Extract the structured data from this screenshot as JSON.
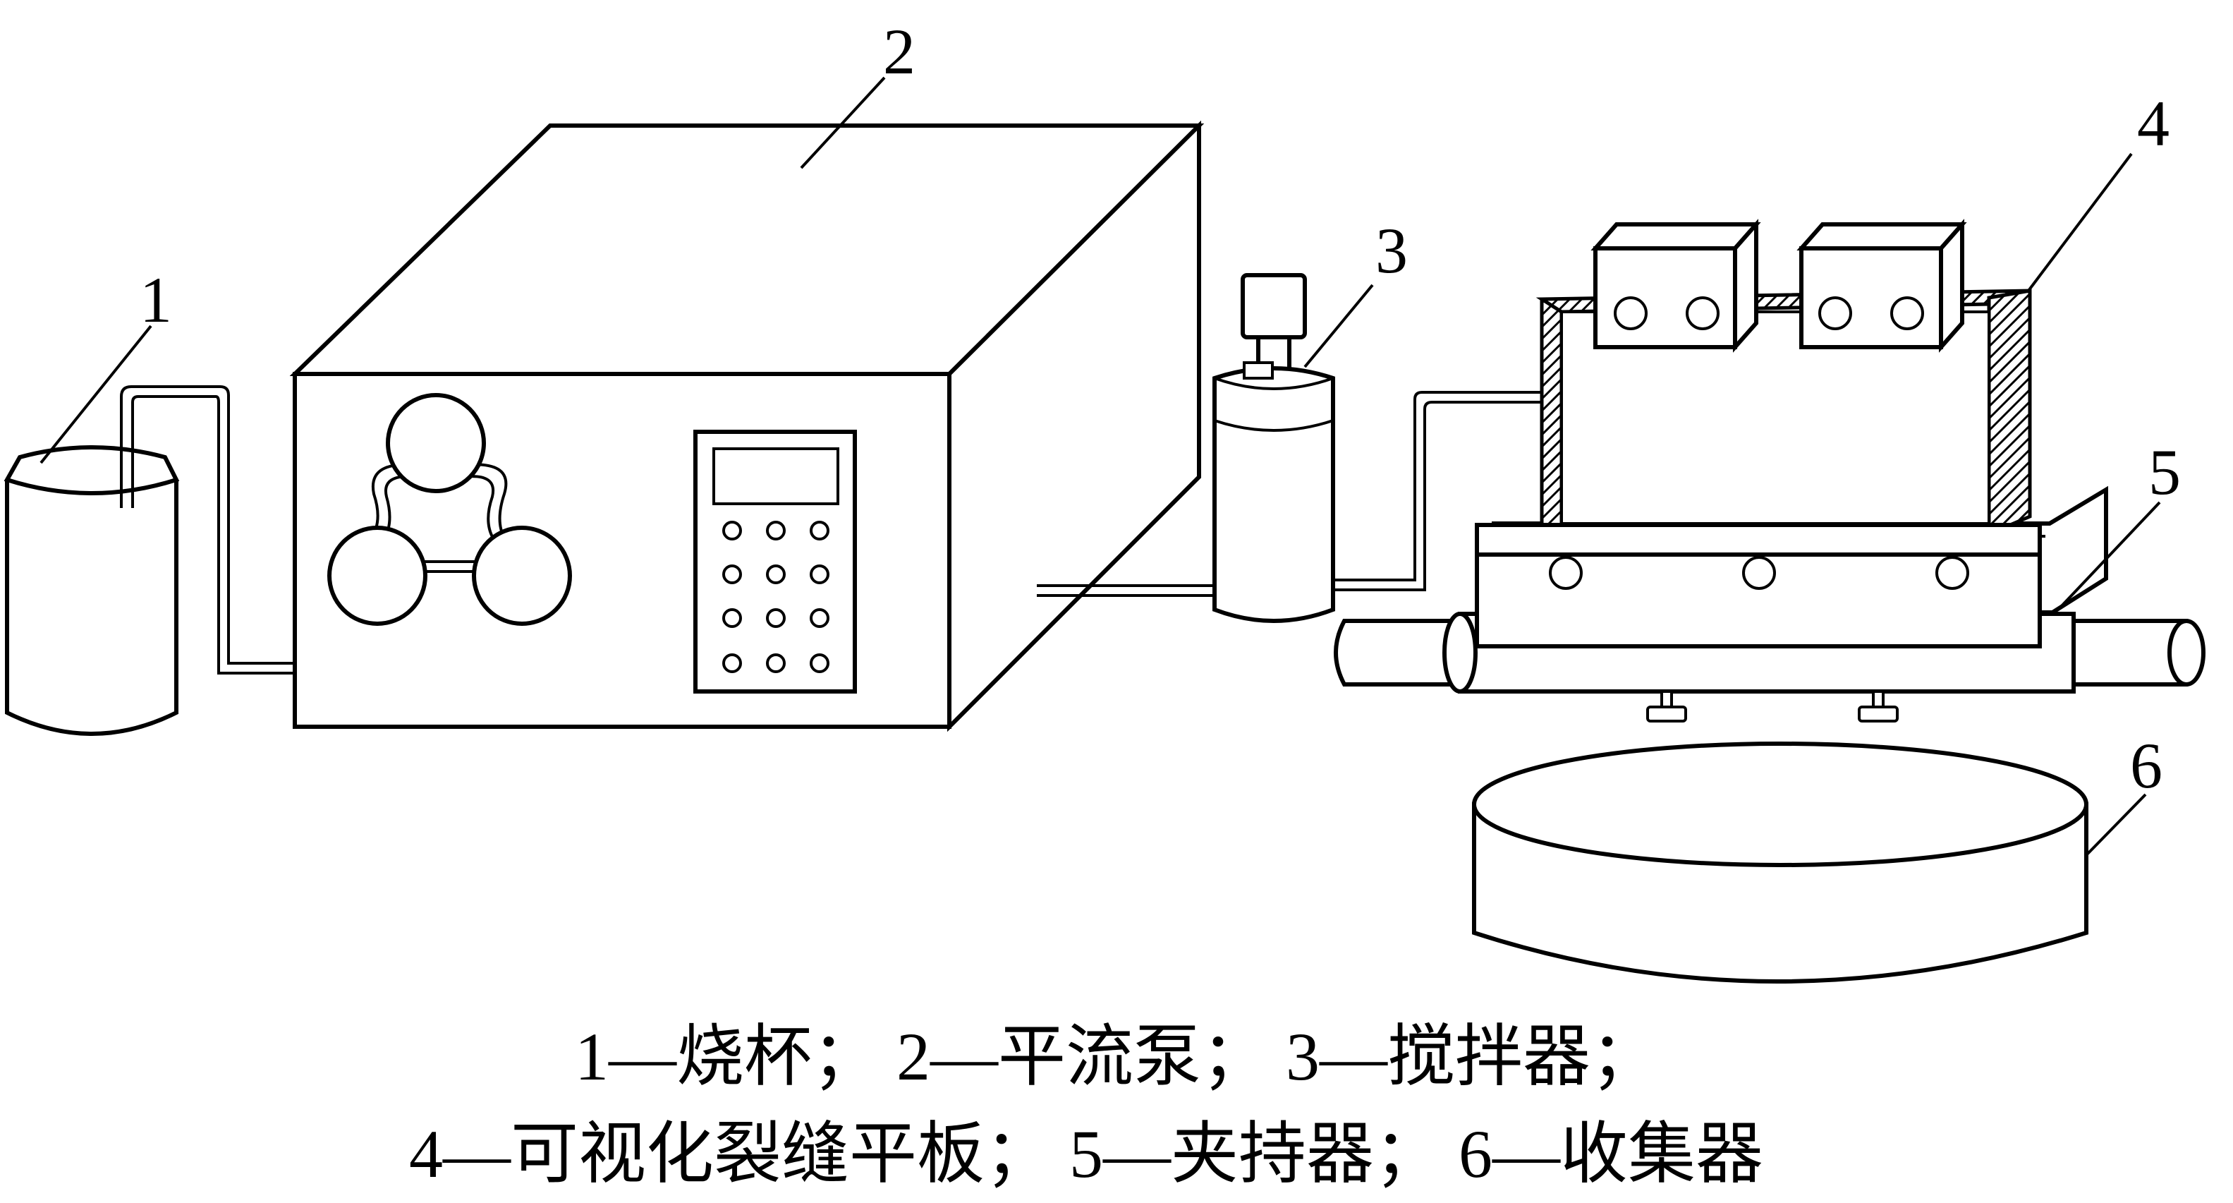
{
  "callouts": {
    "c1": "1",
    "c2": "2",
    "c3": "3",
    "c4": "4",
    "c5": "5",
    "c6": "6"
  },
  "caption": {
    "line1": "1—烧杯； 2—平流泵； 3—搅拌器；",
    "line2": "4—可视化裂缝平板； 5—夹持器； 6—收集器"
  }
}
